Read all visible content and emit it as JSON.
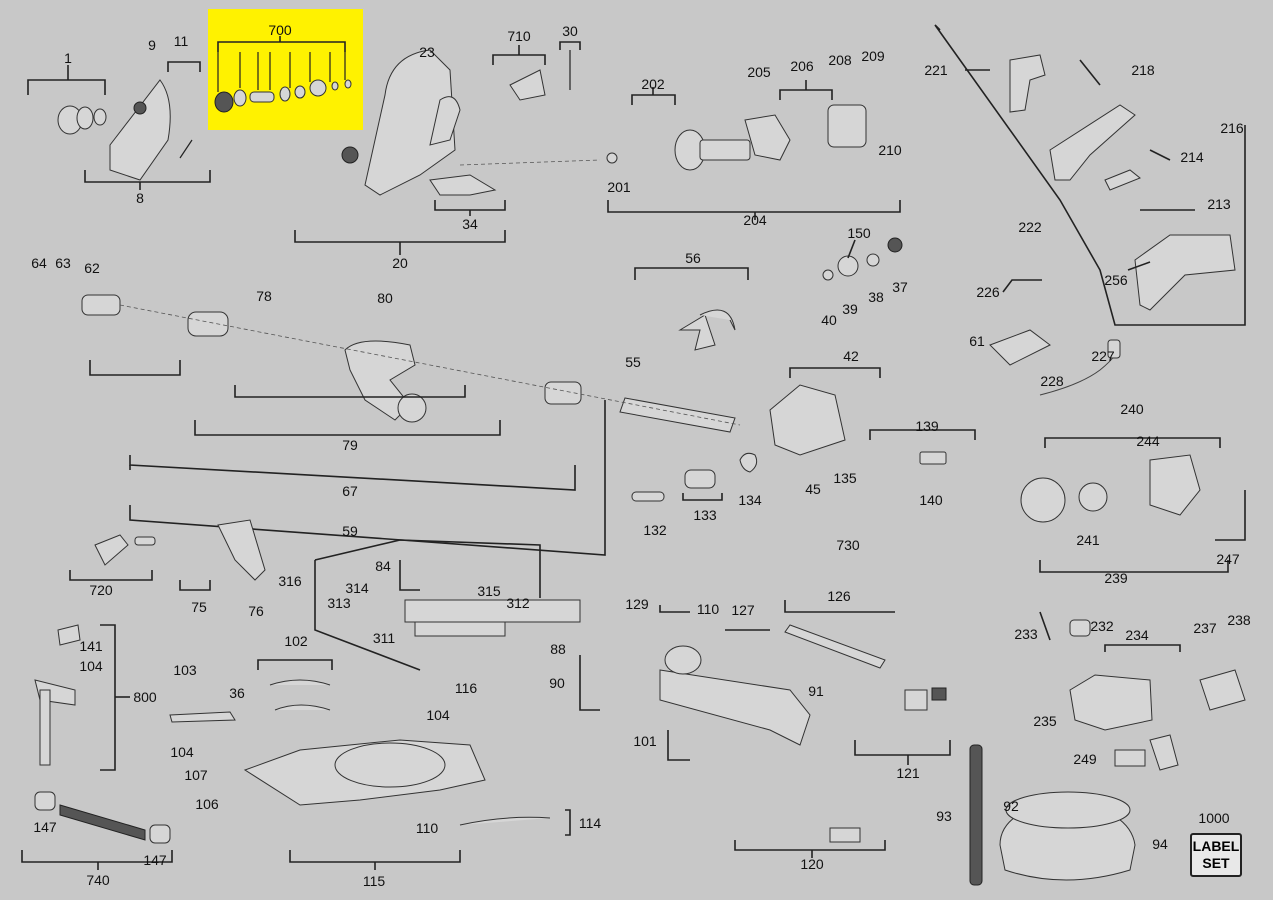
{
  "highlight": {
    "part_number": "700",
    "color": "#fff200"
  },
  "background_color": "#c8c8c8",
  "labels": [
    "700",
    "1",
    "9",
    "11",
    "8",
    "23",
    "710",
    "30",
    "20",
    "34",
    "202",
    "205",
    "206",
    "208",
    "209",
    "201",
    "210",
    "204",
    "221",
    "218",
    "216",
    "214",
    "222",
    "213",
    "256",
    "64",
    "63",
    "62",
    "78",
    "80",
    "79",
    "67",
    "59",
    "56",
    "55",
    "42",
    "139",
    "45",
    "135",
    "134",
    "133",
    "132",
    "140",
    "730",
    "150",
    "40",
    "39",
    "38",
    "37",
    "226",
    "61",
    "227",
    "228",
    "240",
    "244",
    "241",
    "239",
    "247",
    "720",
    "75",
    "76",
    "84",
    "316",
    "314",
    "313",
    "315",
    "312",
    "311",
    "141",
    "104",
    "800",
    "102",
    "103",
    "36",
    "116",
    "104",
    "104",
    "107",
    "106",
    "110",
    "114",
    "115",
    "147",
    "740",
    "147",
    "129",
    "110",
    "127",
    "126",
    "88",
    "90",
    "91",
    "101",
    "121",
    "120",
    "93",
    "92",
    "94",
    "1000",
    "233",
    "232",
    "234",
    "237",
    "238",
    "235",
    "249"
  ],
  "label_set": {
    "line1": "LABEL",
    "line2": "SET"
  }
}
